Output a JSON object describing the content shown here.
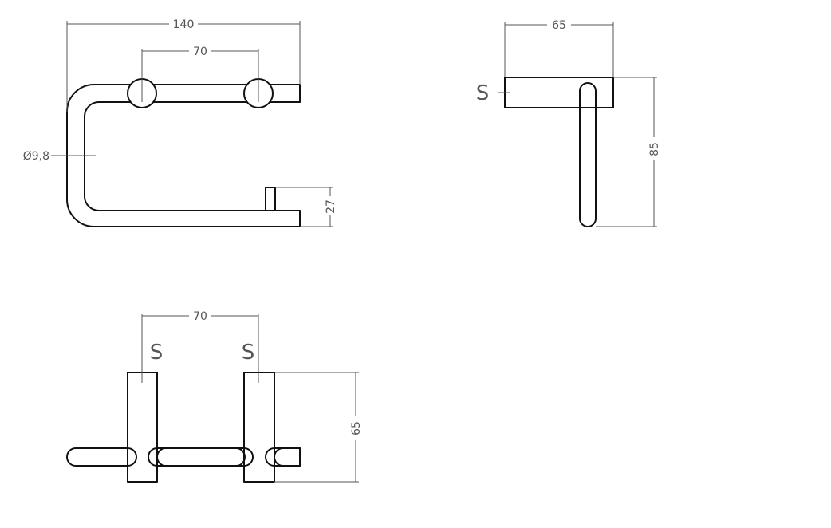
{
  "drawing": {
    "front_view": {
      "overall_width": "140",
      "mount_spacing": "70",
      "tube_diameter": "Ø9,8",
      "end_height": "27"
    },
    "side_view": {
      "depth": "65",
      "height": "85",
      "section_mark": "S"
    },
    "top_view": {
      "mount_spacing": "70",
      "depth": "65",
      "section_mark_left": "S",
      "section_mark_right": "S"
    }
  }
}
